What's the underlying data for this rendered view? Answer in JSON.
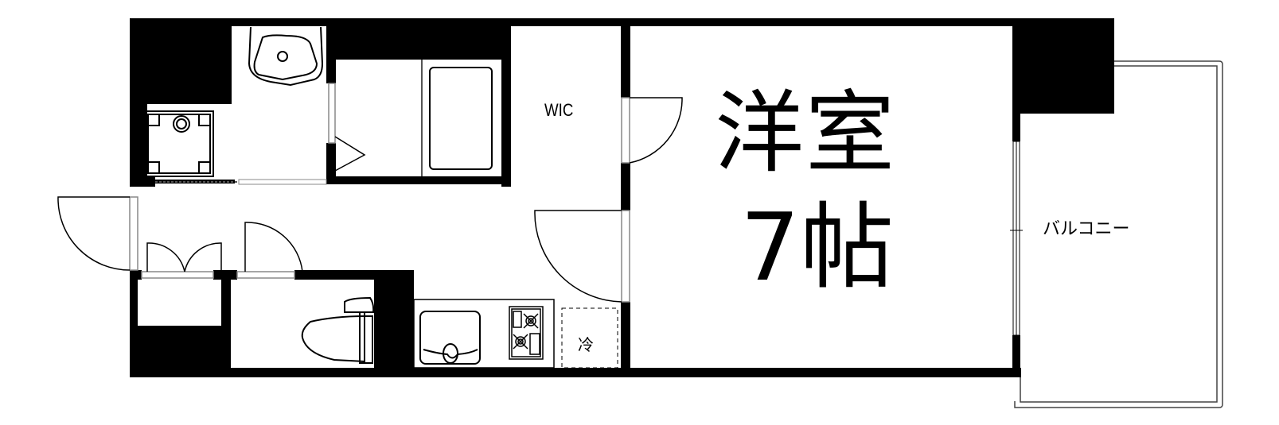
{
  "floor_plan": {
    "rooms": [
      {
        "id": "western_room",
        "label": "洋室",
        "size_label": "7帖"
      },
      {
        "id": "walk_in_closet",
        "label": "WIC"
      },
      {
        "id": "balcony",
        "label": "バルコニー"
      },
      {
        "id": "refrigerator_space",
        "label": "冷"
      }
    ],
    "fixtures": [
      "washbasin",
      "washing-machine-pan",
      "bathtub",
      "toilet",
      "kitchen-sink",
      "gas-stove",
      "shoe-cabinet"
    ],
    "colors": {
      "wall": "#000000",
      "background": "#ffffff",
      "line": "#000000"
    }
  }
}
